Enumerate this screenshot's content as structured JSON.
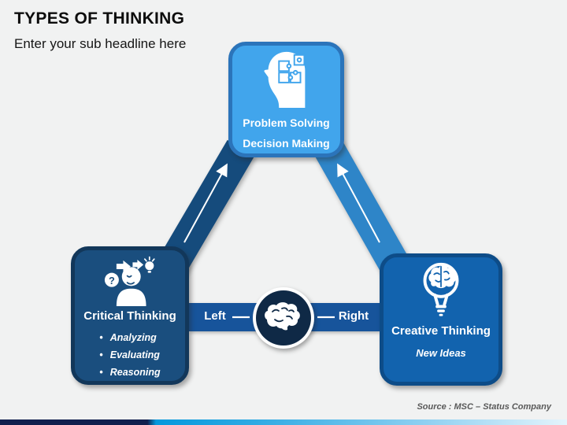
{
  "slide": {
    "title": "TYPES OF THINKING",
    "subtitle": "Enter your sub headline here",
    "source": "Source : MSC – Status Company"
  },
  "diagram": {
    "top_box": {
      "line1": "Problem Solving",
      "line2": "Decision Making"
    },
    "left_box": {
      "title": "Critical Thinking",
      "bullets": [
        "Analyzing",
        "Evaluating",
        "Reasoning"
      ]
    },
    "right_box": {
      "title": "Creative Thinking",
      "subtitle": "New Ideas"
    },
    "bar": {
      "left_label": "Left",
      "right_label": "Right"
    },
    "icons": {
      "top": "head-with-puzzle-icon",
      "left": "thinking-person-icon",
      "right": "lightbulb-brain-icon",
      "center": "brain-icon",
      "question_glyph": "?"
    },
    "colors": {
      "top_box_fill": "#41A5EC",
      "top_box_border": "#2B74BA",
      "left_box_fill": "#1A4E7E",
      "left_box_border": "#12375A",
      "right_box_fill": "#1263AE",
      "right_box_border": "#0D4C88",
      "left_band": "#154B7C",
      "right_band": "#2E85C8",
      "bar_fill": "#17549B",
      "center_circle": "#0F2946",
      "accent_gradient_start": "#101F4D",
      "accent_gradient_mid": "#0598DC",
      "accent_gradient_end": "#E4F4FC"
    }
  }
}
